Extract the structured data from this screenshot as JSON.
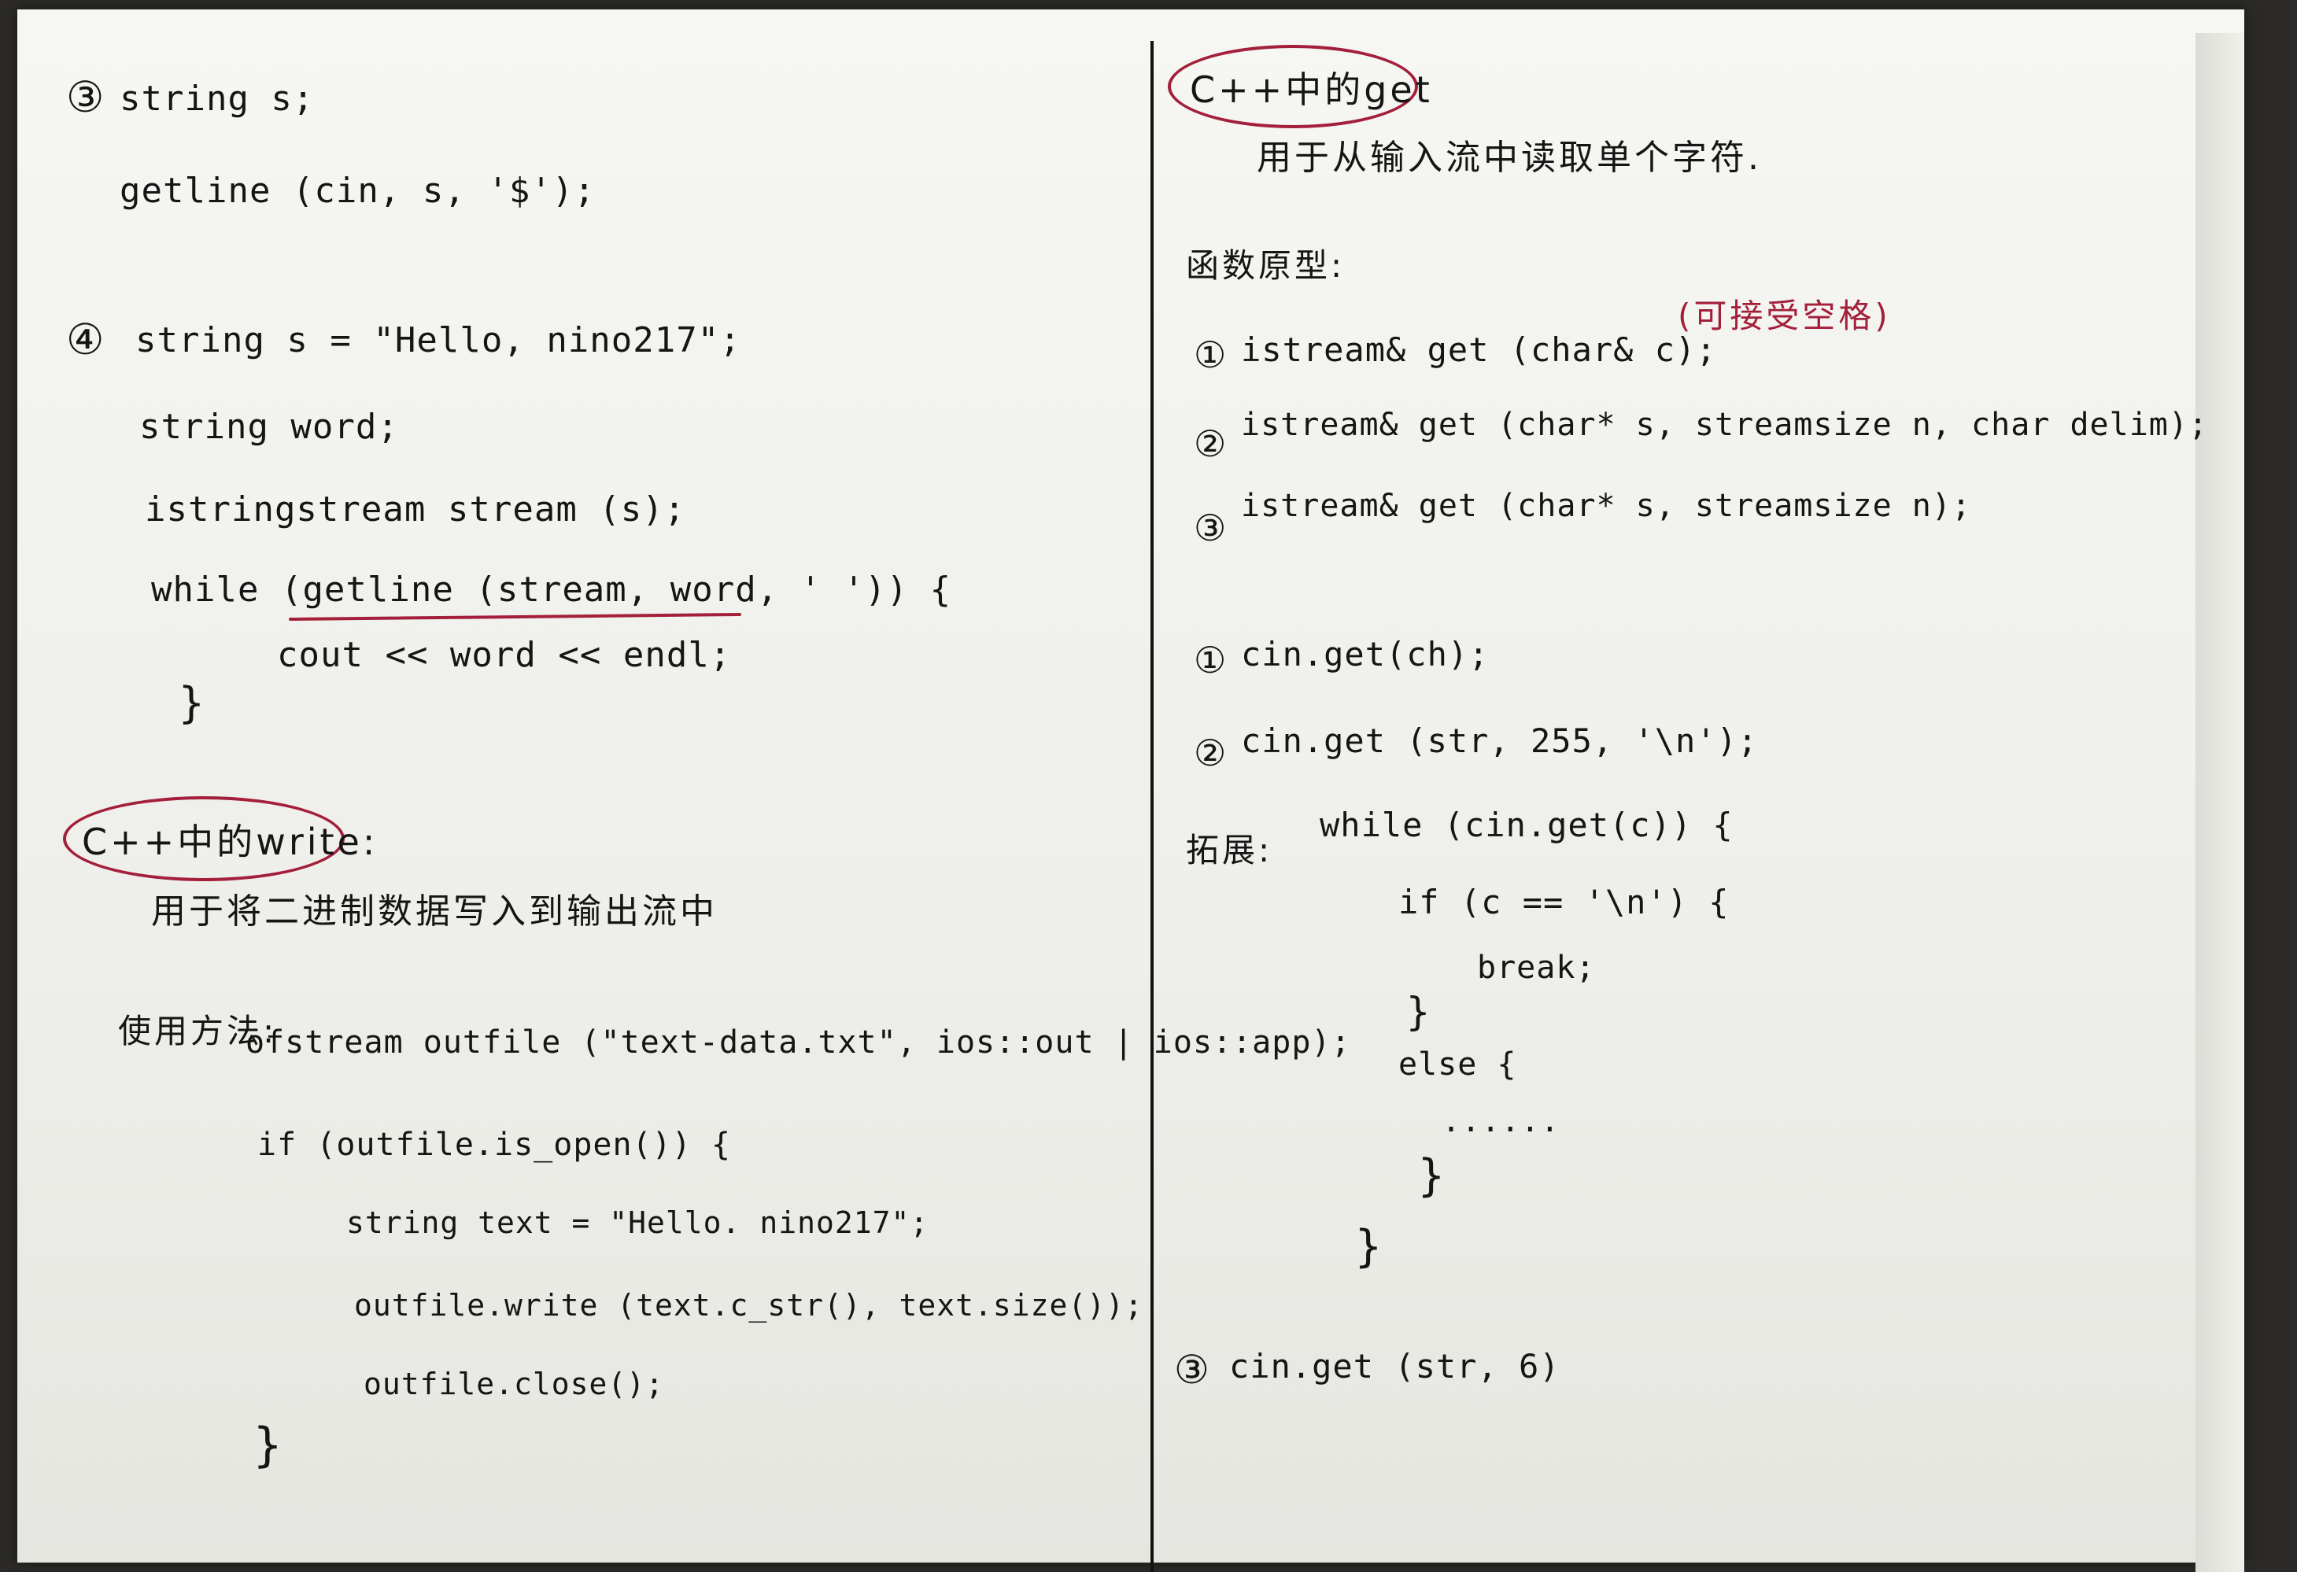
{
  "left": {
    "s3": {
      "num": "③",
      "line1": "string s;",
      "line2": "getline (cin, s, '$');"
    },
    "s4": {
      "num": "④",
      "line1": "string s = \"Hello, nino217\";",
      "line2": "string word;",
      "line3": "istringstream stream (s);",
      "line4_prefix": "while (",
      "line4_underlined": "getline (stream, word, ' ')",
      "line4_suffix": ") {",
      "line5": "cout << word << endl;",
      "line6": "}"
    },
    "write": {
      "title": "C++中的write:",
      "desc": "用于将二进制数据写入到输出流中",
      "usage_label": "使用方法:",
      "code1": "ofstream outfile (\"text-data.txt\", ios::out | ios::app);",
      "code2": "if (outfile.is_open()) {",
      "code3": "string text = \"Hello. nino217\";",
      "code4": "outfile.write (text.c_str(), text.size());",
      "code5": "outfile.close();",
      "code6": "}"
    }
  },
  "right": {
    "get": {
      "title": "C++中的get",
      "desc": "用于从输入流中读取单个字符.",
      "proto_label": "函数原型:",
      "p1_num": "①",
      "p1": "istream& get (char& c);",
      "p1_note": "(可接受空格)",
      "p2_num": "②",
      "p2": "istream& get (char* s, streamsize n, char delim);",
      "p3_num": "③",
      "p3": "istream& get (char* s, streamsize n);",
      "e1_num": "①",
      "e1": "cin.get(ch);",
      "e2_num": "②",
      "e2": "cin.get (str, 255, '\\n');",
      "ext_label": "拓展:",
      "ext1": "while (cin.get(c)) {",
      "ext2": "if (c == '\\n') {",
      "ext3": "break;",
      "ext4": "}",
      "ext5": "else {",
      "ext6": "......",
      "ext7": "}",
      "ext8": "}",
      "e3_num": "③",
      "e3": "cin.get (str, 6)"
    }
  }
}
